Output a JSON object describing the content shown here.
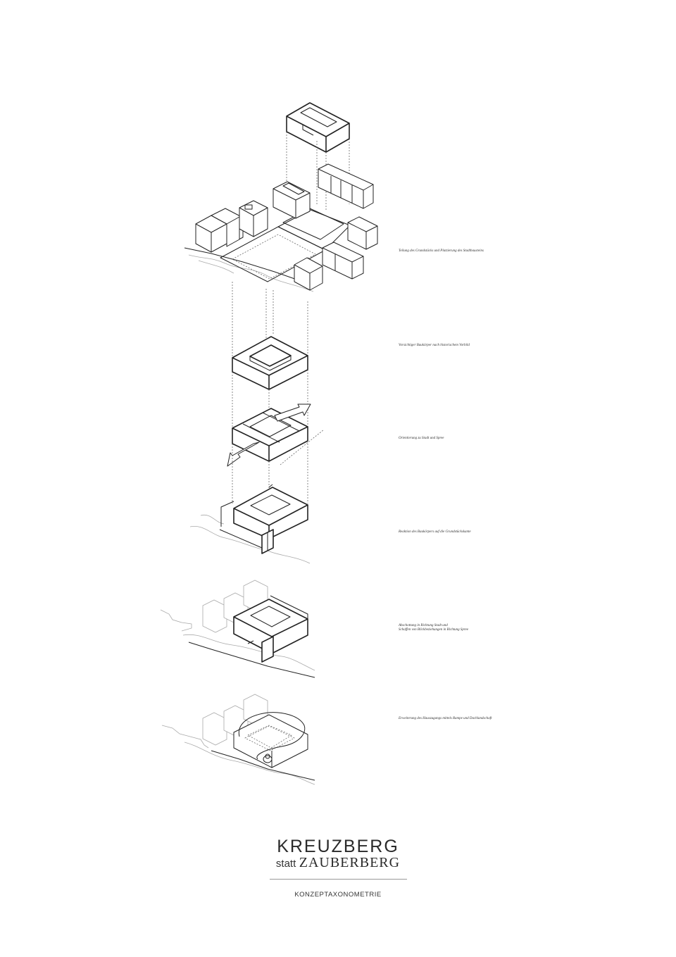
{
  "steps": [
    {
      "caption": "Teilung des Grundstücks und Platzierung des Stadtbausteins"
    },
    {
      "caption": "Vorsichtiger Baukörper nach historischem Vorbild"
    },
    {
      "caption": "Orientierung zu Stadt und Spree"
    },
    {
      "caption": "Reaktion des Baukörpers auf die Grundstückskante"
    },
    {
      "caption": "Abschottung in Richtung Stadt und\nSchaffen von Blickbeziehungen in Richtung Spree"
    },
    {
      "caption": "Erweiterung des Hauszugangs mittels Rampe und Dachlandschaft"
    }
  ],
  "title": {
    "main": "KREUZBERG",
    "sub_small": "statt",
    "sub_big": "ZAUBERBERG",
    "caption": "KONZEPTAXONOMETRIE"
  }
}
